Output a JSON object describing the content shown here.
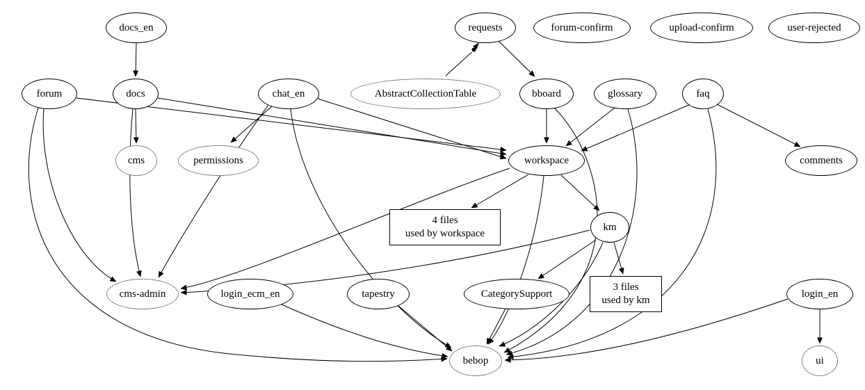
{
  "diagram": {
    "type": "directed-dependency-graph",
    "background_color": "#ffffff",
    "stroke_color": "#000000",
    "nodes": {
      "docs_en": {
        "label": "docs_en",
        "shape": "ellipse",
        "style": "solid"
      },
      "requests": {
        "label": "requests",
        "shape": "ellipse",
        "style": "solid"
      },
      "forum_confirm": {
        "label": "forum-confirm",
        "shape": "ellipse",
        "style": "solid"
      },
      "upload_confirm": {
        "label": "upload-confirm",
        "shape": "ellipse",
        "style": "solid"
      },
      "user_rejected": {
        "label": "user-rejected",
        "shape": "ellipse",
        "style": "solid"
      },
      "forum": {
        "label": "forum",
        "shape": "ellipse",
        "style": "solid"
      },
      "docs": {
        "label": "docs",
        "shape": "ellipse",
        "style": "solid"
      },
      "chat_en": {
        "label": "chat_en",
        "shape": "ellipse",
        "style": "solid"
      },
      "abstract_collection_table": {
        "label": "AbstractCollectionTable",
        "shape": "ellipse",
        "style": "dotted"
      },
      "bboard": {
        "label": "bboard",
        "shape": "ellipse",
        "style": "solid"
      },
      "glossary": {
        "label": "glossary",
        "shape": "ellipse",
        "style": "solid"
      },
      "faq": {
        "label": "faq",
        "shape": "ellipse",
        "style": "solid"
      },
      "cms": {
        "label": "cms",
        "shape": "ellipse",
        "style": "dotted"
      },
      "permissions": {
        "label": "permissions",
        "shape": "ellipse",
        "style": "dotted"
      },
      "workspace": {
        "label": "workspace",
        "shape": "ellipse",
        "style": "solid"
      },
      "comments": {
        "label": "comments",
        "shape": "ellipse",
        "style": "solid"
      },
      "files_workspace": {
        "label_line1": "4 files",
        "label_line2": "used by workspace",
        "shape": "box",
        "style": "solid"
      },
      "km": {
        "label": "km",
        "shape": "ellipse",
        "style": "solid"
      },
      "cms_admin": {
        "label": "cms-admin",
        "shape": "ellipse",
        "style": "dotted"
      },
      "login_ecm_en": {
        "label": "login_ecm_en",
        "shape": "ellipse",
        "style": "solid"
      },
      "tapestry": {
        "label": "tapestry",
        "shape": "ellipse",
        "style": "solid"
      },
      "category_support": {
        "label": "CategorySupport",
        "shape": "ellipse",
        "style": "solid"
      },
      "files_km": {
        "label_line1": "3 files",
        "label_line2": "used by km",
        "shape": "box",
        "style": "solid"
      },
      "login_en": {
        "label": "login_en",
        "shape": "ellipse",
        "style": "solid"
      },
      "bebop": {
        "label": "bebop",
        "shape": "ellipse",
        "style": "dotted"
      },
      "ui": {
        "label": "ui",
        "shape": "ellipse",
        "style": "dotted"
      }
    },
    "edges": [
      {
        "from": "docs_en",
        "to": "docs",
        "head": "arrow"
      },
      {
        "from": "docs",
        "to": "cms",
        "head": "arrow"
      },
      {
        "from": "docs",
        "to": "workspace",
        "head": "arrow"
      },
      {
        "from": "docs",
        "to": "cms-admin",
        "head": "arrow"
      },
      {
        "from": "forum",
        "to": "workspace",
        "head": "arrow"
      },
      {
        "from": "forum",
        "to": "cms-admin",
        "head": "arrow"
      },
      {
        "from": "forum",
        "to": "bebop",
        "head": "arrow"
      },
      {
        "from": "chat_en",
        "to": "permissions",
        "head": "arrow"
      },
      {
        "from": "chat_en",
        "to": "workspace",
        "head": "arrow"
      },
      {
        "from": "chat_en",
        "to": "cms-admin",
        "head": "arrow"
      },
      {
        "from": "chat_en",
        "to": "bebop",
        "head": "arrow"
      },
      {
        "from": "requests",
        "to": "AbstractCollectionTable",
        "head": "dot-arrow-near-requests"
      },
      {
        "from": "requests",
        "to": "bboard",
        "head": "arrow"
      },
      {
        "from": "bboard",
        "to": "workspace",
        "head": "arrow"
      },
      {
        "from": "bboard",
        "to": "bebop",
        "head": "arrow"
      },
      {
        "from": "glossary",
        "to": "workspace",
        "head": "arrow"
      },
      {
        "from": "glossary",
        "to": "bebop",
        "head": "arrow"
      },
      {
        "from": "faq",
        "to": "workspace",
        "head": "arrow"
      },
      {
        "from": "faq",
        "to": "comments",
        "head": "arrow"
      },
      {
        "from": "faq",
        "to": "bebop",
        "head": "arrow"
      },
      {
        "from": "workspace",
        "to": "4 files used by workspace",
        "head": "arrow"
      },
      {
        "from": "workspace",
        "to": "km",
        "head": "arrow"
      },
      {
        "from": "workspace",
        "to": "cms-admin",
        "head": "arrow"
      },
      {
        "from": "workspace",
        "to": "bebop",
        "head": "arrow"
      },
      {
        "from": "km",
        "to": "CategorySupport",
        "head": "arrow"
      },
      {
        "from": "km",
        "to": "3 files used by km",
        "head": "arrow"
      },
      {
        "from": "km",
        "to": "cms-admin",
        "head": "arrow"
      },
      {
        "from": "km",
        "to": "bebop",
        "head": "arrow"
      },
      {
        "from": "category_support",
        "to": "bebop",
        "head": "arrow"
      },
      {
        "from": "tapestry",
        "to": "bebop",
        "head": "arrow"
      },
      {
        "from": "login_ecm_en",
        "to": "bebop",
        "head": "arrow"
      },
      {
        "from": "login_en",
        "to": "bebop",
        "head": "arrow"
      },
      {
        "from": "login_en",
        "to": "ui",
        "head": "arrow"
      }
    ]
  }
}
